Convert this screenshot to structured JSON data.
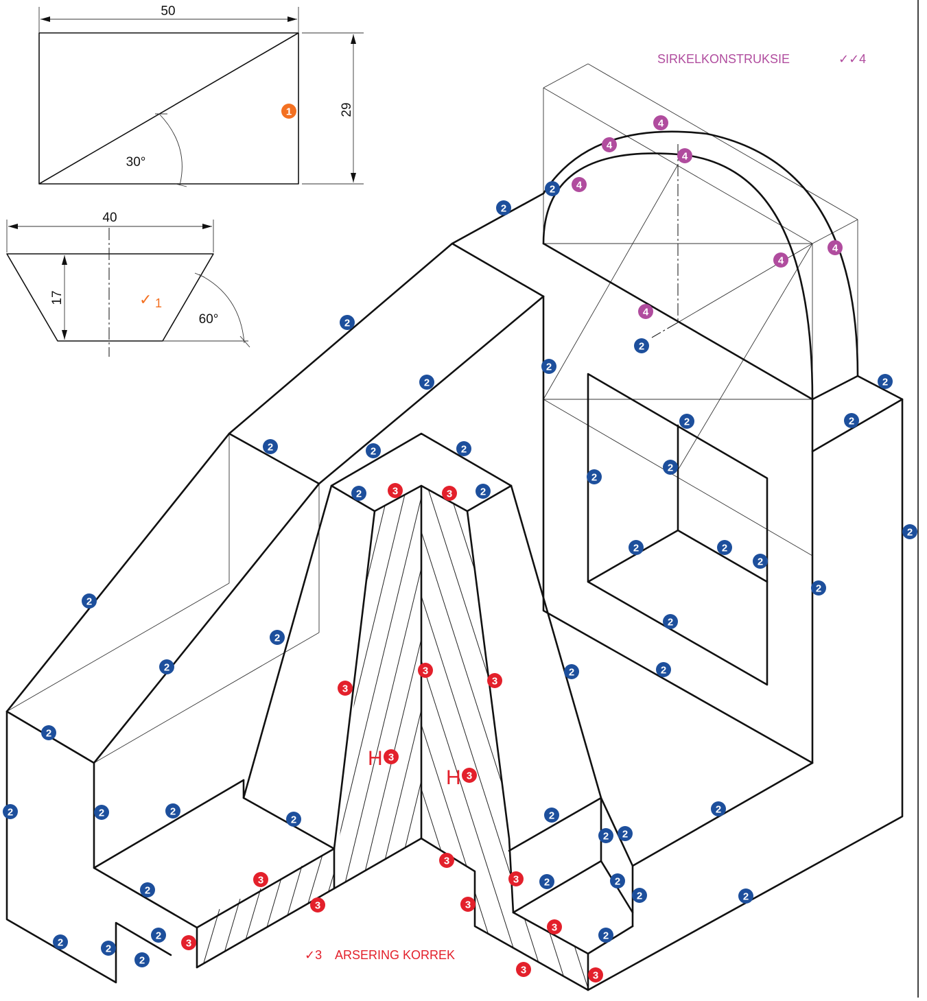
{
  "dimensions": {
    "top_width": "50",
    "top_height": "29",
    "top_angle": "30°",
    "trap_width": "40",
    "trap_height": "17",
    "trap_angle": "60°"
  },
  "annotations": {
    "circle_title": "SIRKELKONSTRUKSIE",
    "circle_ticks": "✓✓4",
    "trap_tick": "✓",
    "trap_tick_sub": "1",
    "hatch_tick": "✓3",
    "hatch_text": "ARSERING KORREK",
    "h_mark": "H"
  },
  "colors": {
    "mark_1": "#f37021",
    "mark_2": "#1d4f9c",
    "mark_3": "#e3202b",
    "mark_4": "#b04c9e",
    "line": "#111111"
  },
  "marks": {
    "m1": "1",
    "m2": "2",
    "m3": "3",
    "m4": "4"
  }
}
